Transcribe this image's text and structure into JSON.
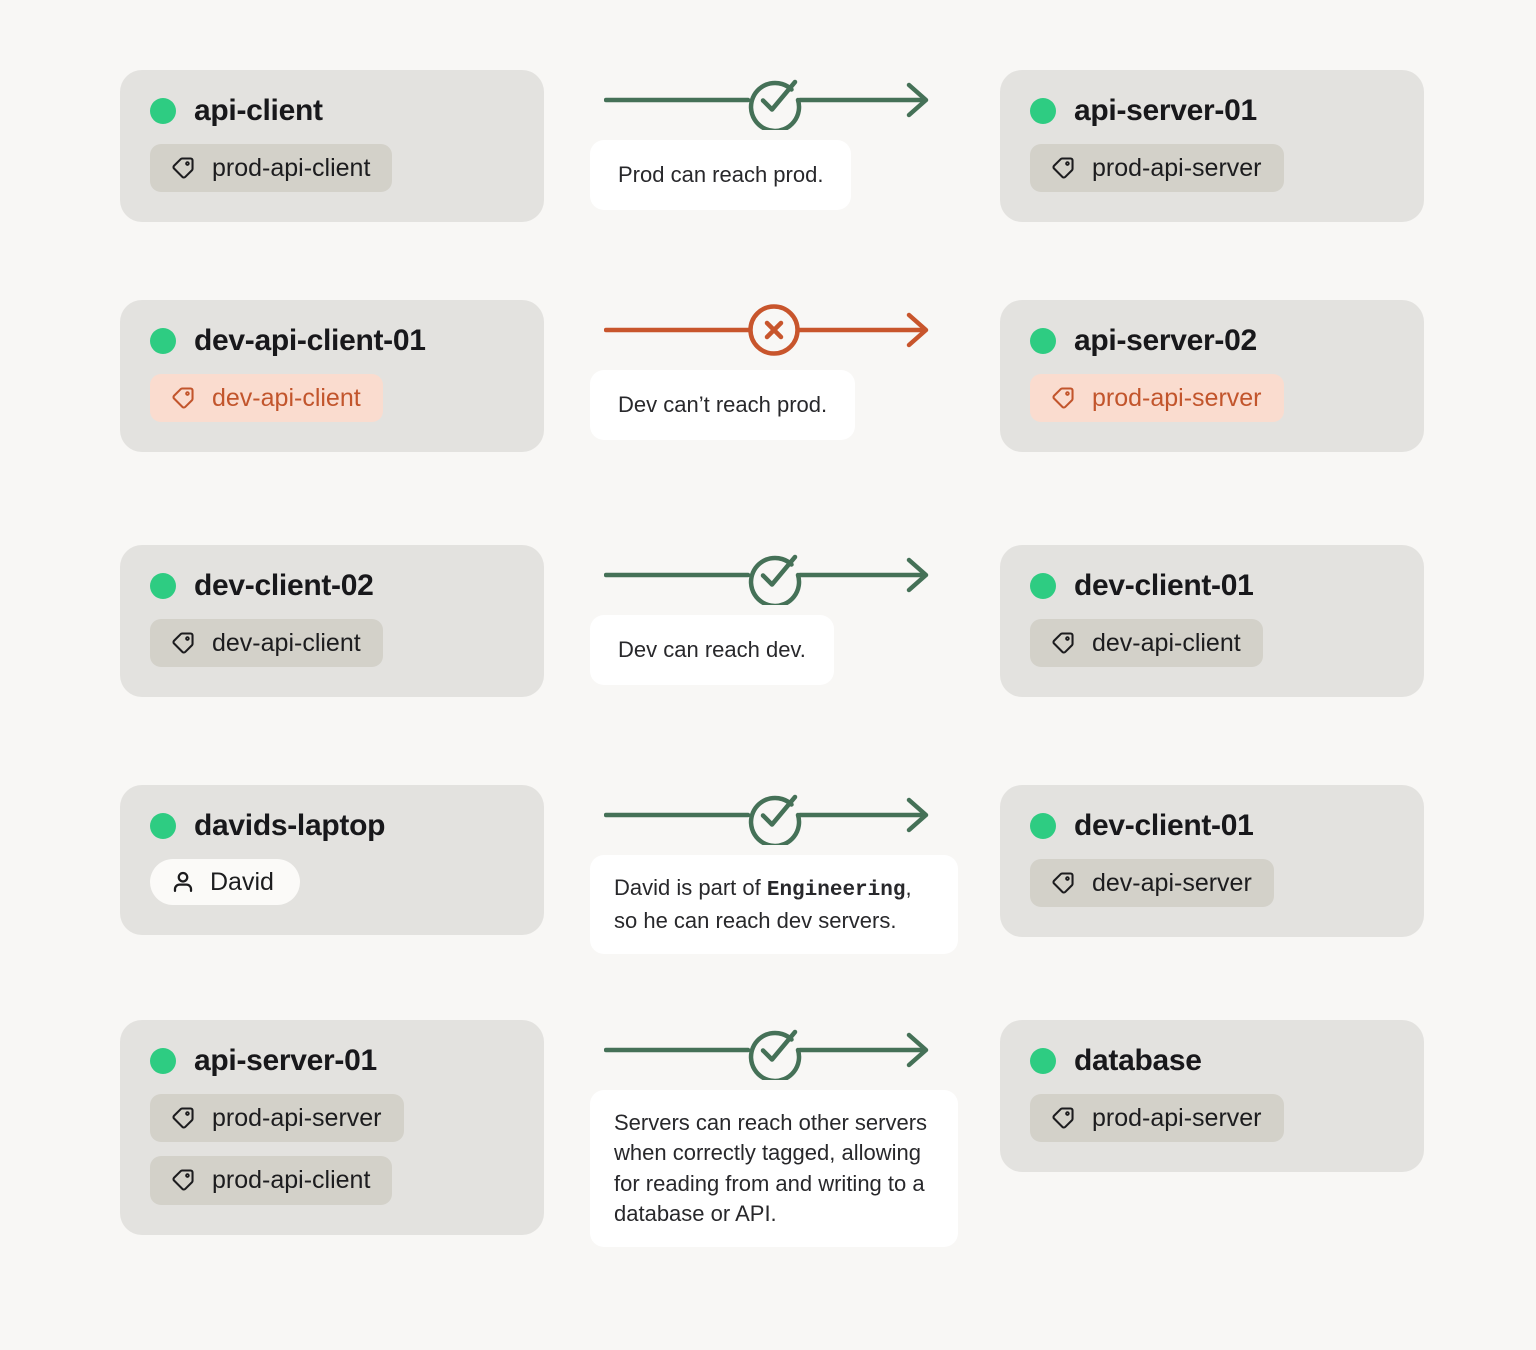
{
  "theme": {
    "page_background": "#f8f7f5",
    "card_background": "#e3e2df",
    "chip_background": "#d3d1c9",
    "chip_alert_background": "#fadccf",
    "chip_alert_text": "#c2552c",
    "status_dot": "#2ecc82",
    "allow_arrow": "#457157",
    "deny_arrow": "#c8552c",
    "note_background": "#ffffff"
  },
  "icons": {
    "tag": "tag-icon",
    "person": "person-icon",
    "check": "check-circle-icon",
    "cross": "x-circle-icon",
    "arrow": "arrow-right-icon"
  },
  "rows": [
    {
      "source": {
        "name": "api-client",
        "status": "online",
        "chips": [
          {
            "type": "tag",
            "label": "prod-api-client",
            "state": "normal"
          }
        ]
      },
      "connector": {
        "result": "allow",
        "note": "Prod can reach prod.",
        "note_size": "narrow"
      },
      "target": {
        "name": "api-server-01",
        "status": "online",
        "chips": [
          {
            "type": "tag",
            "label": "prod-api-server",
            "state": "normal"
          }
        ]
      }
    },
    {
      "source": {
        "name": "dev-api-client-01",
        "status": "online",
        "chips": [
          {
            "type": "tag",
            "label": "dev-api-client",
            "state": "alert"
          }
        ]
      },
      "connector": {
        "result": "deny",
        "note": "Dev can’t reach prod.",
        "note_size": "narrow"
      },
      "target": {
        "name": "api-server-02",
        "status": "online",
        "chips": [
          {
            "type": "tag",
            "label": "prod-api-server",
            "state": "alert"
          }
        ]
      }
    },
    {
      "source": {
        "name": "dev-client-02",
        "status": "online",
        "chips": [
          {
            "type": "tag",
            "label": "dev-api-client",
            "state": "normal"
          }
        ]
      },
      "connector": {
        "result": "allow",
        "note": "Dev can reach dev.",
        "note_size": "narrow"
      },
      "target": {
        "name": "dev-client-01",
        "status": "online",
        "chips": [
          {
            "type": "tag",
            "label": "dev-api-client",
            "state": "normal"
          }
        ]
      }
    },
    {
      "source": {
        "name": "davids-laptop",
        "status": "online",
        "chips": [
          {
            "type": "person",
            "label": "David",
            "state": "normal"
          }
        ]
      },
      "connector": {
        "result": "allow",
        "note_parts": {
          "before": "David is part of ",
          "mono": "Engineering",
          "after": ", so he can reach dev servers."
        },
        "note_size": "wide"
      },
      "target": {
        "name": "dev-client-01",
        "status": "online",
        "chips": [
          {
            "type": "tag",
            "label": "dev-api-server",
            "state": "normal"
          }
        ]
      }
    },
    {
      "source": {
        "name": "api-server-01",
        "status": "online",
        "chips": [
          {
            "type": "tag",
            "label": "prod-api-server",
            "state": "normal"
          },
          {
            "type": "tag",
            "label": "prod-api-client",
            "state": "normal"
          }
        ]
      },
      "connector": {
        "result": "allow",
        "note": "Servers can reach other servers when correctly tagged, allowing for reading from and writing to a database or API.",
        "note_size": "wide"
      },
      "target": {
        "name": "database",
        "status": "online",
        "chips": [
          {
            "type": "tag",
            "label": "prod-api-server",
            "state": "normal"
          }
        ]
      }
    }
  ]
}
